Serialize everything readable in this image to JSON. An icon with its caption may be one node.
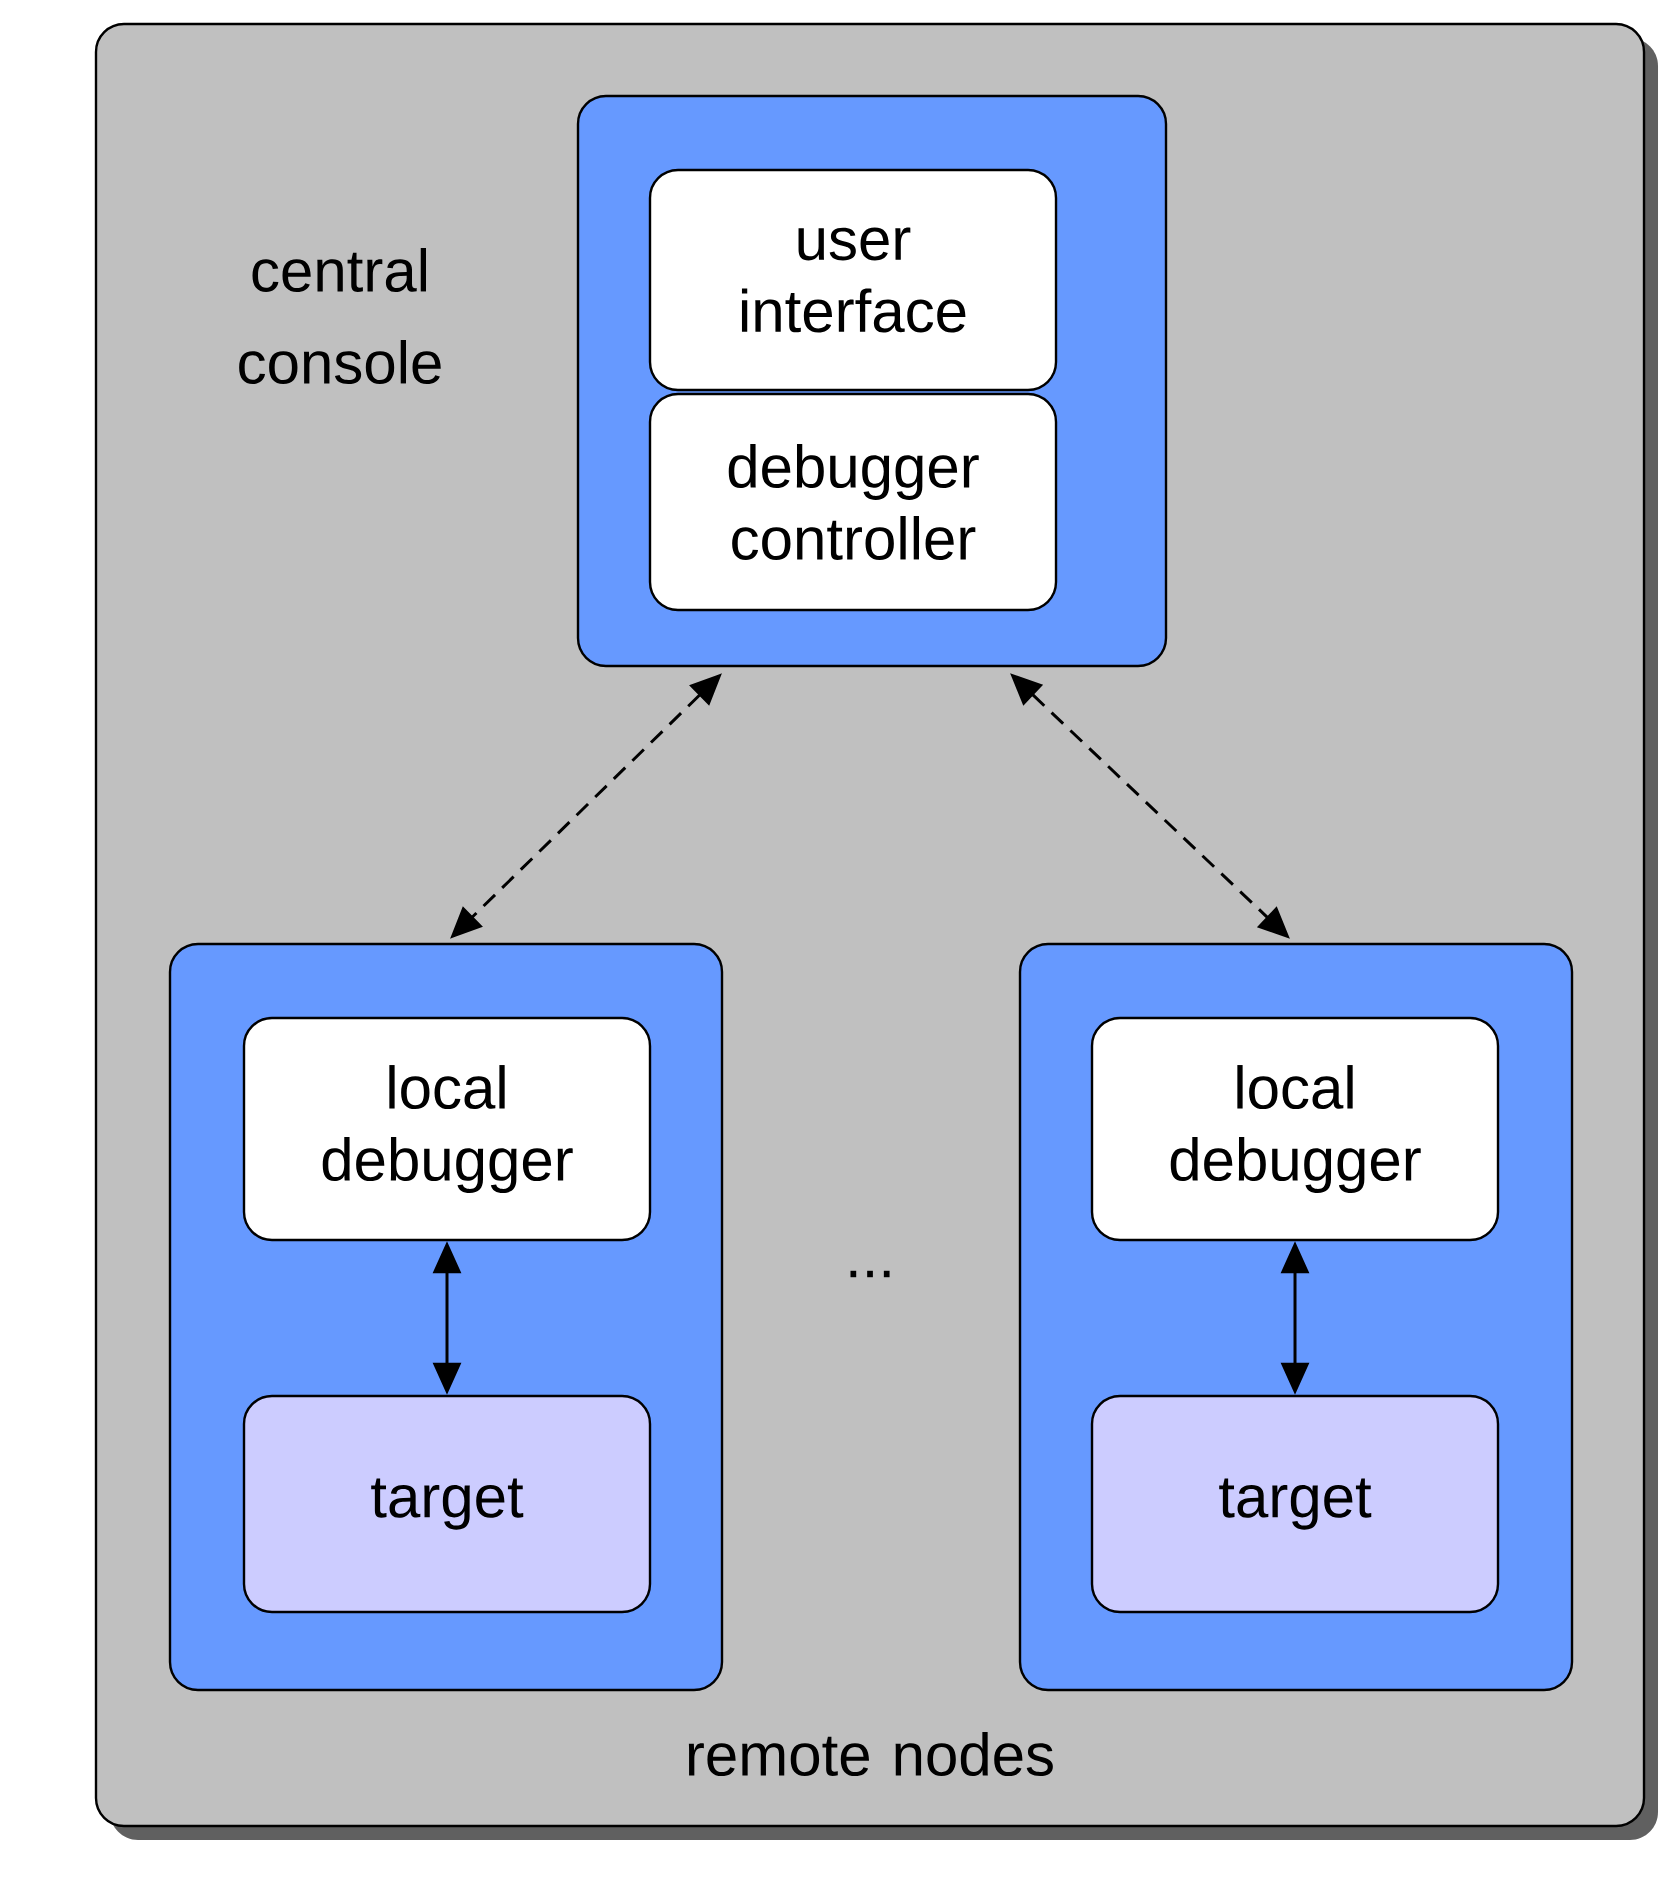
{
  "diagram": {
    "nodes": [
      {
        "text": [],
        "shape": "box"
      },
      {
        "text": [],
        "shape": "box",
        "in": 0
      },
      {
        "text": [
          "user interface"
        ],
        "in": 1
      },
      {
        "text": [
          "debugger controller"
        ],
        "in": 1
      },
      {
        "text": [],
        "shape": "box",
        "in": 0
      },
      {
        "text": [
          "local debugger"
        ],
        "in": 4
      },
      {
        "text": [
          "target"
        ],
        "in": 4
      },
      {
        "text": [],
        "shape": "box",
        "in": 0
      },
      {
        "text": [
          "local debugger"
        ],
        "in": 7
      },
      {
        "text": [
          "target"
        ],
        "in": 7
      }
    ],
    "edges": [
      {
        "from": 1,
        "to": 4,
        "arrow": "both",
        "style": "dashed"
      },
      {
        "from": 1,
        "to": 7,
        "arrow": "both",
        "style": "dashed"
      },
      {
        "from": 5,
        "to": 6,
        "arrow": "both"
      },
      {
        "from": 8,
        "to": 9,
        "arrow": "both"
      }
    ],
    "labels": [
      "central console",
      "...",
      "remote nodes"
    ]
  }
}
